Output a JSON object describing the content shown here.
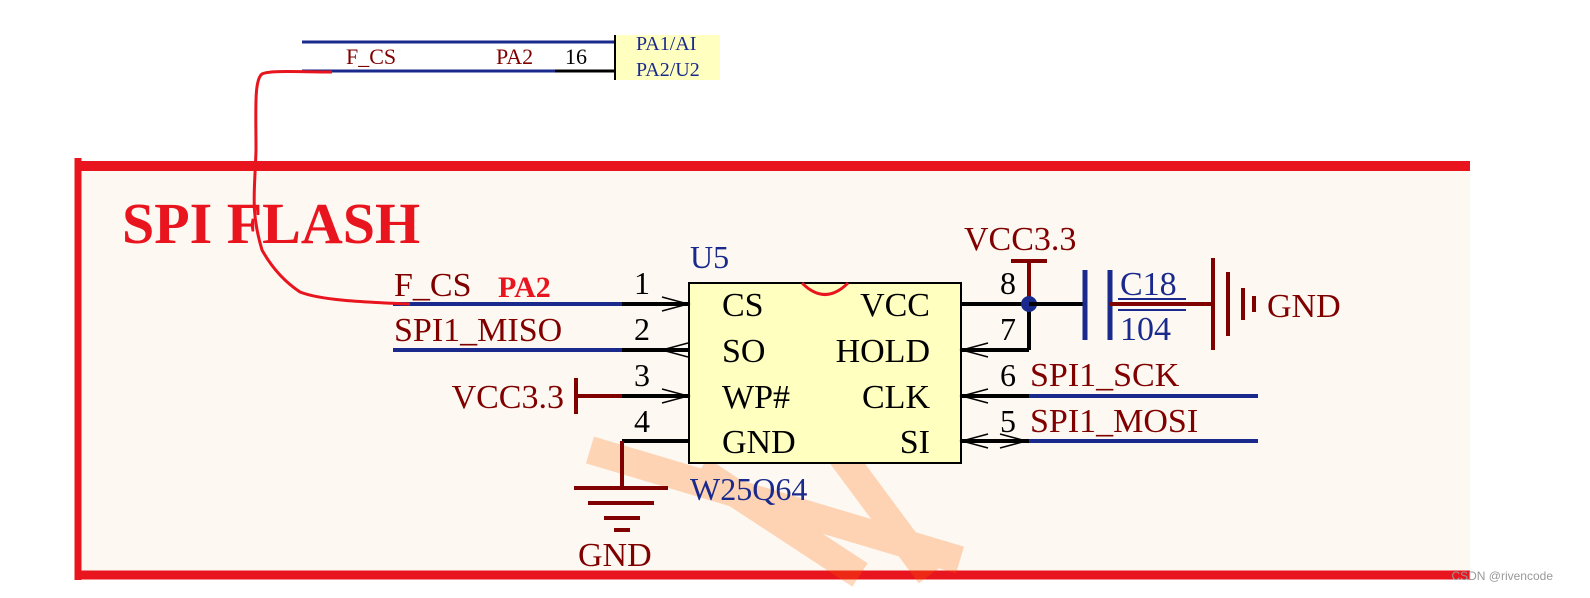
{
  "top_fragment": {
    "net_label": "F_CS",
    "port_label": "PA2",
    "pin_number": "16",
    "pin_names": [
      "PA1/AI",
      "PA2/U2"
    ]
  },
  "section": {
    "title": "SPI FLASH"
  },
  "chip": {
    "ref": "U5",
    "part": "W25Q64",
    "left_pins": [
      {
        "num": "1",
        "name": "CS",
        "net": "F_CS",
        "annotation": "PA2"
      },
      {
        "num": "2",
        "name": "SO",
        "net": "SPI1_MISO"
      },
      {
        "num": "3",
        "name": "WP#",
        "net": "VCC3.3"
      },
      {
        "num": "4",
        "name": "GND",
        "net": "GND"
      }
    ],
    "right_pins": [
      {
        "num": "8",
        "name": "VCC",
        "net": "VCC3.3"
      },
      {
        "num": "7",
        "name": "HOLD"
      },
      {
        "num": "6",
        "name": "CLK",
        "net": "SPI1_SCK"
      },
      {
        "num": "5",
        "name": "SI",
        "net": "SPI1_MOSI"
      }
    ]
  },
  "capacitor": {
    "ref": "C18",
    "value": "104"
  },
  "power": {
    "vcc_top": "VCC3.3",
    "gnd_right": "GND",
    "gnd_bottom": "GND"
  },
  "watermark": "CSDN @rivencode",
  "colors": {
    "frame": "#e8141e",
    "net_wire": "#1a2a8c",
    "power_dark": "#800000",
    "chip_fill": "#ffffc0",
    "pin_black": "#000000",
    "annotation": "#e8141e"
  }
}
